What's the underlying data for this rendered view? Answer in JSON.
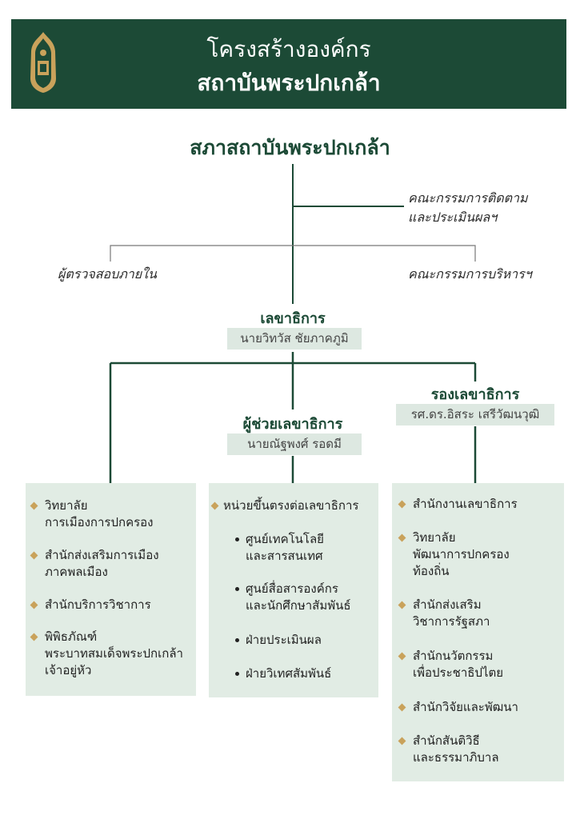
{
  "header": {
    "title_line1": "โครงสร้างองค์กร",
    "title_line2": "สถาบันพระปกเกล้า"
  },
  "council": "สภาสถาบันพระปกเกล้า",
  "committees": {
    "monitoring_line1": "คณะกรรมการติดตาม",
    "monitoring_line2": "และประเมินผลฯ",
    "auditor": "ผู้ตรวจสอบภายใน",
    "executive": "คณะกรรมการบริหารฯ"
  },
  "secretary_general": {
    "title": "เลขาธิการ",
    "name": "นายวิทวัส ชัยภาคภูมิ"
  },
  "assistant_secretary": {
    "title": "ผู้ช่วยเลขาธิการ",
    "name": "นายณัฐพงศ์ รอดมี"
  },
  "deputy_secretary": {
    "title": "รองเลขาธิการ",
    "name": "รศ.ดร.อิสระ เสรีวัฒนวุฒิ"
  },
  "left_units": [
    [
      "วิทยาลัย",
      "การเมืองการปกครอง"
    ],
    [
      "สำนักส่งเสริมการเมือง",
      "ภาคพลเมือง"
    ],
    [
      "สำนักบริการวิชาการ"
    ],
    [
      "พิพิธภัณฑ์",
      "พระบาทสมเด็จพระปกเกล้า",
      "เจ้าอยู่หัว"
    ]
  ],
  "middle_units": {
    "heading": "หน่วยขึ้นตรงต่อเลขาธิการ",
    "items": [
      [
        "ศูนย์เทคโนโลยี",
        "และสารสนเทศ"
      ],
      [
        "ศูนย์สื่อสารองค์กร",
        "และนักศึกษาสัมพันธ์"
      ],
      [
        "ฝ่ายประเมินผล"
      ],
      [
        "ฝ่ายวิเทศสัมพันธ์"
      ]
    ]
  },
  "right_units": [
    [
      "สำนักงานเลขาธิการ"
    ],
    [
      "วิทยาลัย",
      "พัฒนาการปกครอง",
      "ท้องถิ่น"
    ],
    [
      "สำนักส่งเสริม",
      "วิชาการรัฐสภา"
    ],
    [
      "สำนักนวัตกรรม",
      "เพื่อประชาธิปไตย"
    ],
    [
      "สำนักวิจัยและพัฒนา"
    ],
    [
      "สำนักสันติวิธี",
      "และธรรมาภิบาล"
    ]
  ],
  "colors": {
    "header_bg": "#1c4a36",
    "line": "#1c4a36",
    "box_bg": "#e1ece4",
    "bullet": "#c9a25b"
  }
}
